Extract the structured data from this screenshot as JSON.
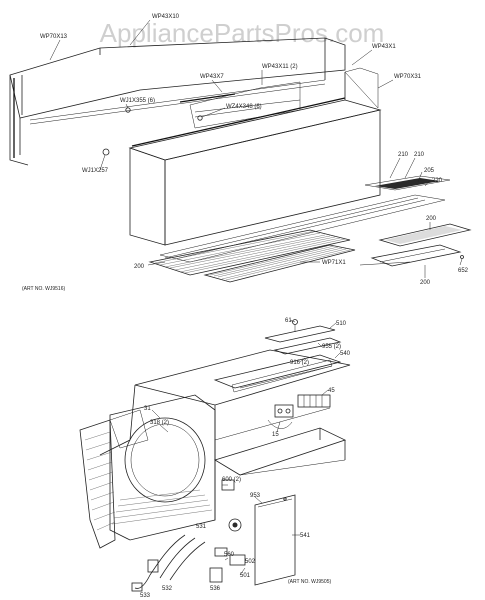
{
  "watermark": "AppliancePartsPros.com",
  "upper_assembly": {
    "art_no": "(ART NO. WJ9516)",
    "callouts": [
      "WP43X10",
      "WP70X13",
      "WP43X1",
      "WP70X31",
      "WP43X7",
      "WP43X11 (2)",
      "WJ1X355 (6)",
      "WZ4X348 (6)",
      "WJ1X257",
      "210",
      "210",
      "205",
      "220",
      "200",
      "200",
      "200",
      "WP71X1",
      "652"
    ]
  },
  "lower_assembly": {
    "art_no": "(ART NO. WJ9505)",
    "callouts": [
      "61",
      "510",
      "955 (2)",
      "916 (2)",
      "540",
      "31",
      "318 (2)",
      "45",
      "15",
      "600 (2)",
      "953",
      "541",
      "501",
      "502",
      "560",
      "531",
      "536",
      "532",
      "533"
    ]
  }
}
